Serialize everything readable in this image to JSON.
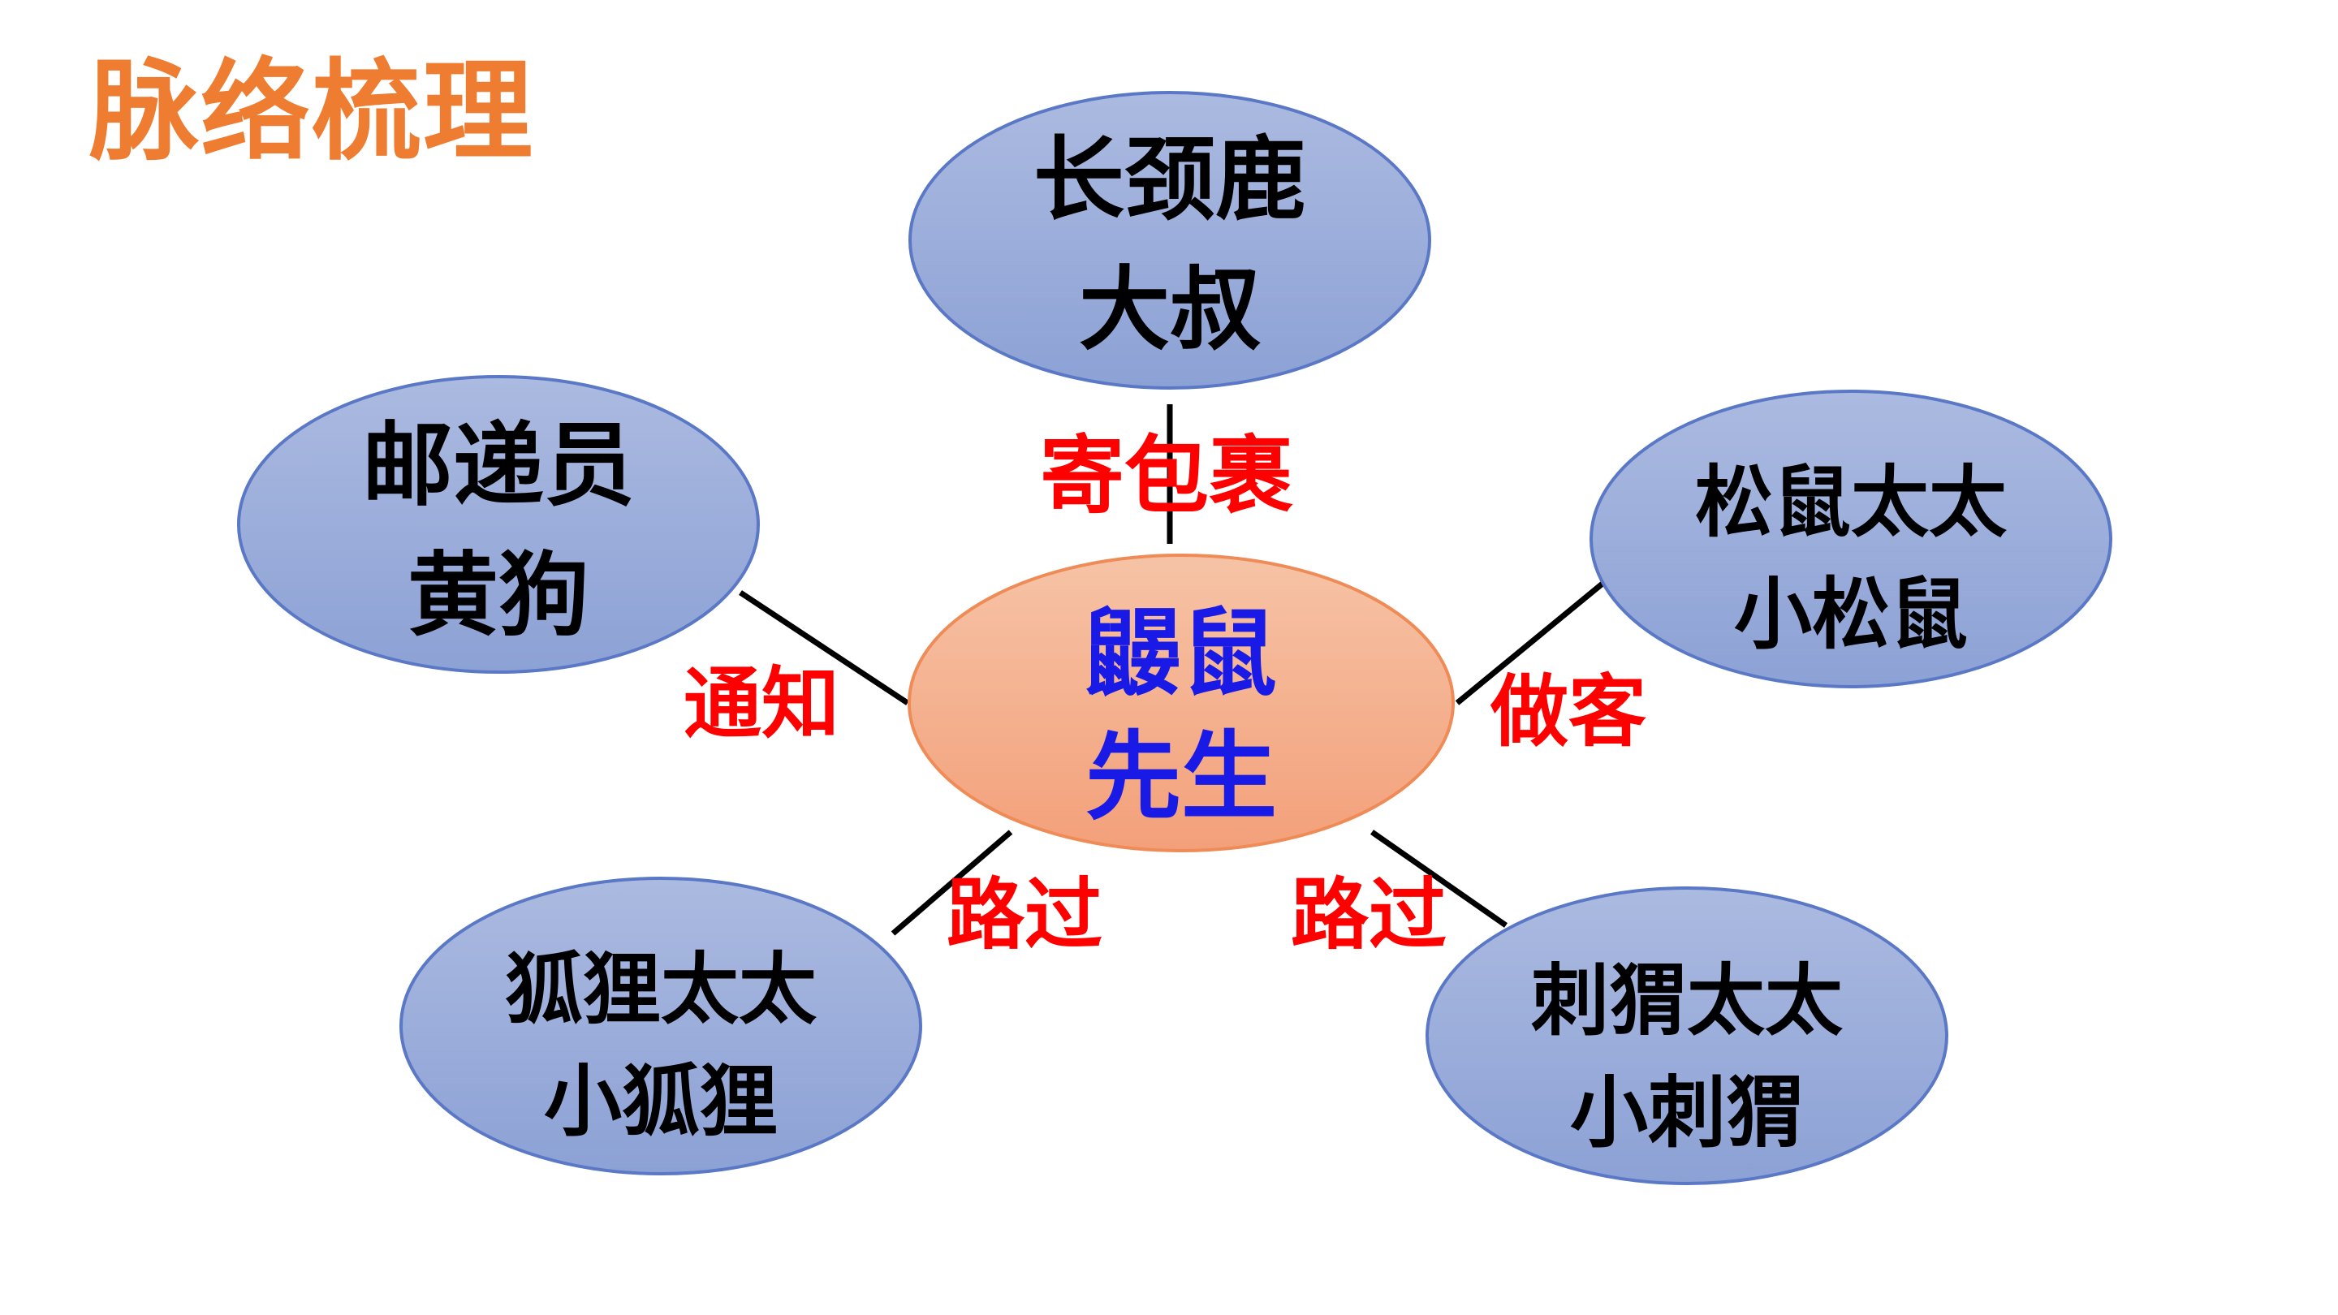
{
  "title": "脉络梳理",
  "colors": {
    "title": "#EE7D31",
    "outer_node_fill_top": "#A9B8DF",
    "outer_node_fill_bottom": "#8EA3D6",
    "outer_node_stroke": "#5B7BC7",
    "outer_node_text": "#000000",
    "center_node_fill_top": "#F6C1A3",
    "center_node_fill_bottom": "#F4A37C",
    "center_node_stroke": "#EE8A55",
    "center_node_text": "#1A1AE6",
    "edge_label": "#FF0000",
    "connector": "#000000"
  },
  "center": {
    "line1": "鼹鼠",
    "line2": "先生"
  },
  "nodes": {
    "giraffe": {
      "line1": "长颈鹿",
      "line2": "大叔"
    },
    "postman": {
      "line1": "邮递员",
      "line2": "黄狗"
    },
    "squirrel": {
      "line1": "松鼠太太",
      "line2": "小松鼠"
    },
    "fox": {
      "line1": "狐狸太太",
      "line2": "小狐狸"
    },
    "hedgehog": {
      "line1": "刺猬太太",
      "line2": "小刺猬"
    }
  },
  "edges": {
    "giraffe": "寄包裹",
    "postman": "通知",
    "squirrel": "做客",
    "fox": "路过",
    "hedgehog": "路过"
  }
}
